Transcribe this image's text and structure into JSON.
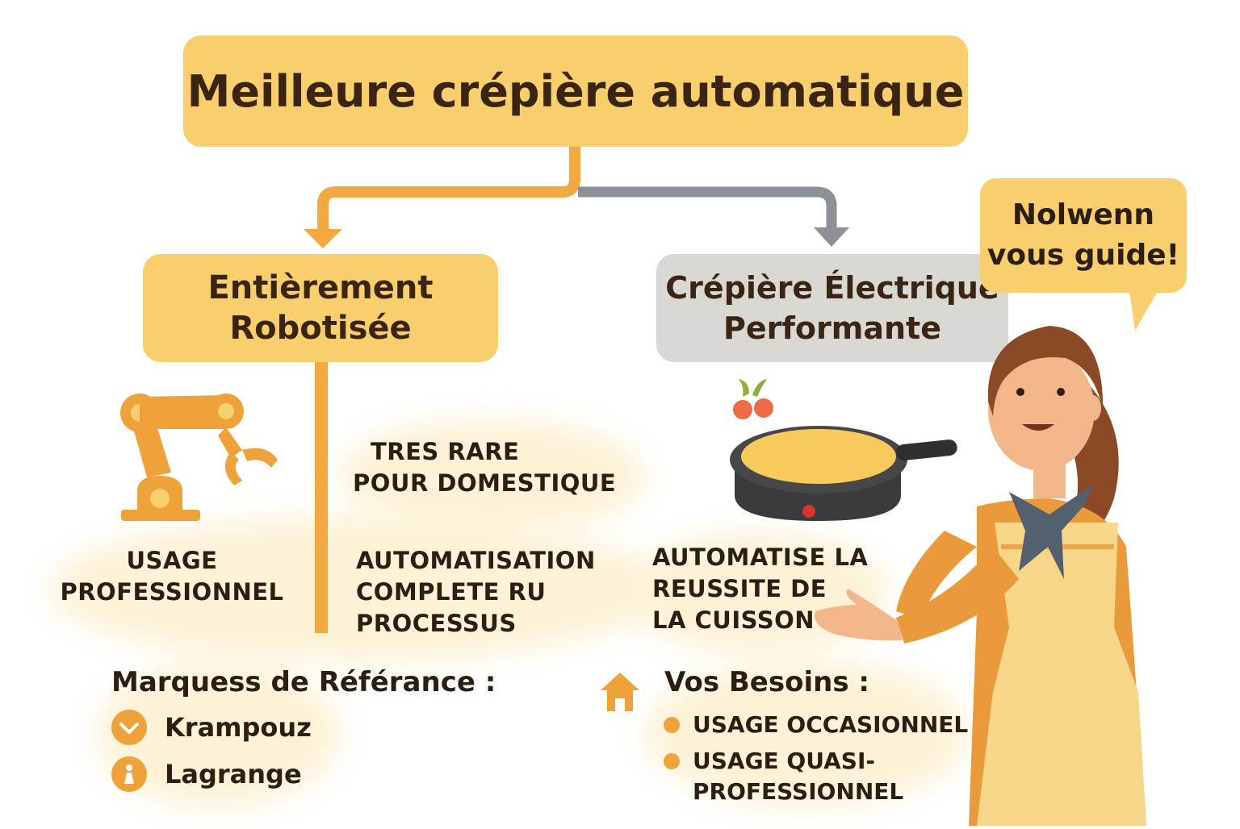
{
  "title": "Meilleure crépière automatique",
  "left_branch": {
    "title_line1": "Entièrement",
    "title_line2": "Robotisée",
    "usage_line1": "USAGE",
    "usage_line2": "PROFESSIONNEL",
    "rare_line1": "TRES RARE",
    "rare_line2": "POUR DOMESTIQUE",
    "auto_line1": "AUTOMATISATION",
    "auto_line2": "COMPLETE RU",
    "auto_line3": "PROCESSUS"
  },
  "right_branch": {
    "title_line1": "Crépière Électrique",
    "title_line2": "Performante",
    "auto_line1": "AUTOMATISE LA",
    "auto_line2": "REUSSITE DE",
    "auto_line3": "LA CUISSON"
  },
  "brands": {
    "heading": "Marquess de Référance :",
    "items": [
      "Krampouz",
      "Lagrange"
    ]
  },
  "needs": {
    "heading": "Vos Besoins :",
    "item1": "USAGE OCCASIONNEL",
    "item2_line1": "USAGE QUASI-",
    "item2_line2": "PROFESSIONNEL"
  },
  "guide": {
    "line1": "Nolwenn",
    "line2": "vous guide!"
  },
  "icons": [
    "robot-arm-icon",
    "crepe-maker-icon",
    "cherries-icon",
    "house-icon",
    "chevron-down-icon",
    "person-icon"
  ],
  "colors": {
    "accent": "#f8cf6c",
    "orange": "#f0a23a",
    "gray": "#dad8d2"
  }
}
